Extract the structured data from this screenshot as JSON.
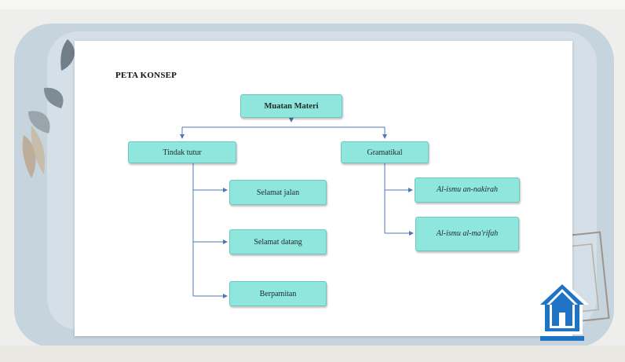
{
  "slide": {
    "title": "PETA KONSEP"
  },
  "concept_map": {
    "root": "Muatan Materi",
    "branches": [
      {
        "label": "Tindak tutur",
        "children": [
          "Selamat jalan",
          "Selamat datang",
          "Berpamitan"
        ]
      },
      {
        "label": "Gramatikal",
        "children": [
          "Al-ismu an-nakirah",
          "Al-ismu al-ma'rifah"
        ]
      }
    ]
  },
  "colors": {
    "node_fill": "#8ee6dc",
    "connector": "#4f78b3",
    "home_icon": "#1f73c4"
  },
  "icons": {
    "home": "home-icon"
  }
}
